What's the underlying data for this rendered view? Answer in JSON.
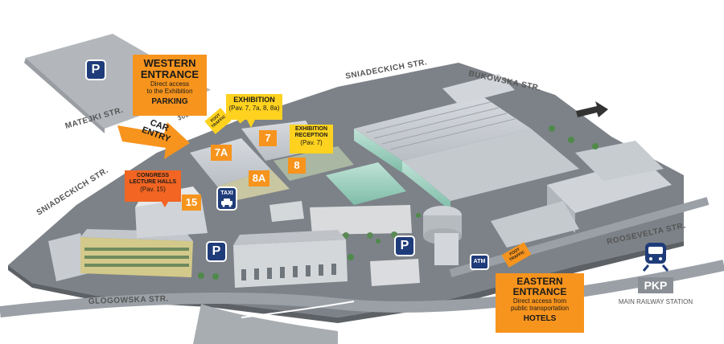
{
  "streets": {
    "sniadeckich_top": "SNIADECKICH STR.",
    "bukowska": "BUKOWSKA STR.",
    "matejki": "MATEJKI STR.",
    "sniadeckich_left": "SNIADECKICH STR.",
    "roosevelta": "ROOSEVELTA STR.",
    "glogowska": "GLOGOWSKA STR."
  },
  "distance": "300m",
  "western_entrance": {
    "title1": "WESTERN",
    "title2": "ENTRANCE",
    "sub1": "Direct access",
    "sub2": "to the Exhibition",
    "parking": "PARKING"
  },
  "car_entry": {
    "line1": "CAR",
    "line2": "ENTRY"
  },
  "foot_traffic_label": "FOOT TRAFFIC",
  "exhibition": {
    "title": "EXHIBITION",
    "sub": "(Pav. 7, 7a, 8, 8a)"
  },
  "exhibition_reception": {
    "title1": "EXHIBITION",
    "title2": "RECEPTION",
    "sub": "(Pav. 7)"
  },
  "congress": {
    "title1": "CONGRESS",
    "title2": "LECTURE HALLS",
    "sub": "(Pav. 15)"
  },
  "pavilions": {
    "p7": "7",
    "p7a": "7A",
    "p8": "8",
    "p8a": "8A",
    "p15": "15"
  },
  "parking_symbol": "P",
  "taxi": "TAXI",
  "atm": "ATM",
  "eastern_entrance": {
    "title1": "EASTERN",
    "title2": "ENTRANCE",
    "sub1": "Direct access from",
    "sub2": "public transportation",
    "hotels": "HOTELS"
  },
  "pkp": {
    "logo": "PKP",
    "caption": "MAIN RAILWAY STATION"
  },
  "icons": [
    "parking-icon",
    "taxi-icon",
    "train-icon",
    "arrow-icon"
  ],
  "colors": {
    "orange": "#f7941d",
    "yellow": "#ffd21f",
    "navy": "#1f3c7a",
    "gray": "#8a8f95"
  }
}
